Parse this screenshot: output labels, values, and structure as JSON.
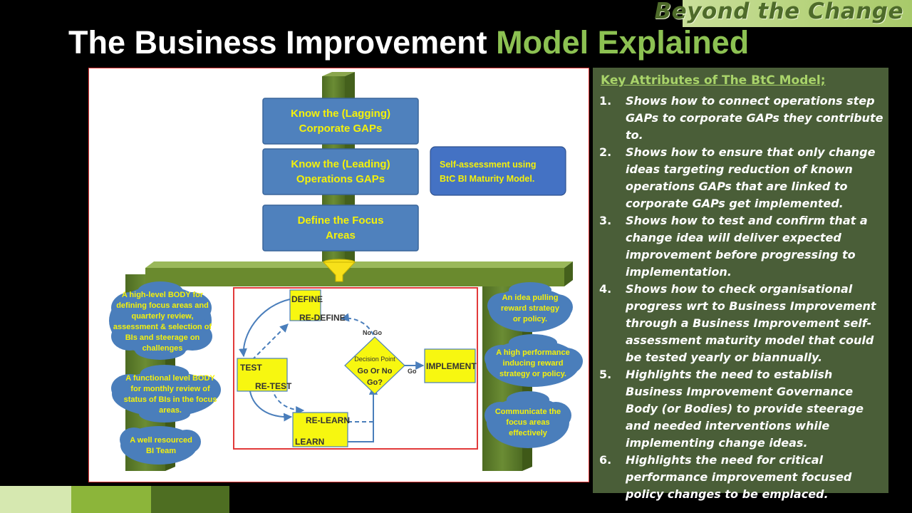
{
  "brand": {
    "text": "Beyond the Change"
  },
  "title": {
    "part1": "The Business Improvement ",
    "part2": "Model Explained"
  },
  "colors": {
    "accent": "#8cc152",
    "panel": "#4a5e38",
    "box_blue": "#4f81bd",
    "box_yellow": "#f7f710",
    "cloud": "#4a7ebb",
    "pillar": "#5a7a2a"
  },
  "diagram": {
    "steps": [
      {
        "line1": "Know the (Lagging)",
        "line2": "Corporate GAPs"
      },
      {
        "line1": "Know the (Leading)",
        "line2": "Operations GAPs"
      },
      {
        "line1": "Define the Focus",
        "line2": "Areas"
      }
    ],
    "self_assessment": {
      "line1": "Self-assessment using",
      "line2": "BtC BI Maturity Model."
    },
    "left_clouds": [
      {
        "lines": [
          "A high-level BODY for",
          "defining focus areas and",
          "quarterly review,",
          "assessment & selection of",
          "BIs  and steerage on",
          "challenges"
        ]
      },
      {
        "lines": [
          "A functional level  BODY",
          "for monthly review of",
          "status of BIs in the focus",
          "areas."
        ]
      },
      {
        "lines": [
          "A well resourced",
          "BI Team"
        ]
      }
    ],
    "right_clouds": [
      {
        "lines": [
          "An idea pulling",
          "reward strategy",
          "or policy."
        ]
      },
      {
        "lines": [
          "A high performance",
          "inducing reward",
          "strategy or policy."
        ]
      },
      {
        "lines": [
          "Communicate the",
          "focus areas",
          "effectively"
        ]
      }
    ],
    "cycle": {
      "define": "DEFINE",
      "redefine": "RE-DEFINE",
      "test": "TEST",
      "retest": "RE-TEST",
      "relearn": "RE-LEARN",
      "learn": "LEARN",
      "decision": {
        "line1": "Decision Point",
        "line2": "Go Or No",
        "line3": "Go?"
      },
      "nogo": "No Go",
      "go": "Go",
      "implement": "IMPLEMENT"
    }
  },
  "attributes": {
    "heading": "Key Attributes of The BtC Model;",
    "items": [
      {
        "num": "1.",
        "text": "Shows how to connect operations step GAPs to corporate GAPs they contribute to."
      },
      {
        "num": "2.",
        "text": "Shows how to ensure that only change ideas targeting reduction of known operations GAPs that are linked to corporate GAPs get implemented."
      },
      {
        "num": "3.",
        "text": "Shows how to test and confirm that a change idea will deliver expected improvement before progressing to implementation."
      },
      {
        "num": "4.",
        "text": "Shows how to check organisational progress wrt to Business Improvement through a Business Improvement self-assessment maturity model that could be tested yearly or biannually."
      },
      {
        "num": "5.",
        "text": "Highlights the need to establish Business Improvement Governance Body (or Bodies) to provide steerage and needed interventions while implementing change ideas."
      },
      {
        "num": "6.",
        "text": "Highlights the need for critical performance improvement focused policy changes to be emplaced."
      }
    ]
  }
}
